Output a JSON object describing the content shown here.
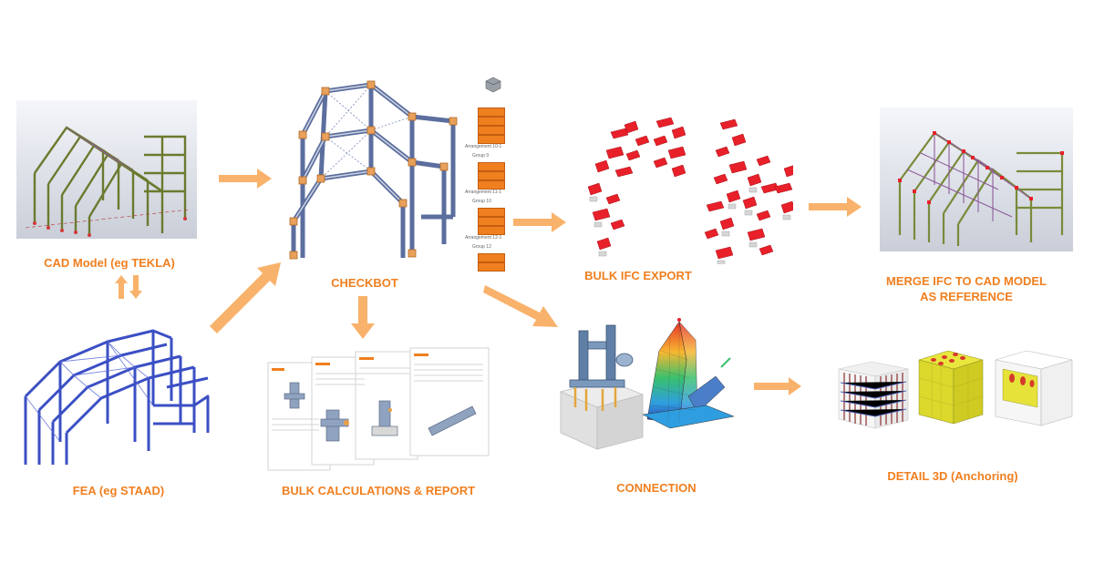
{
  "colors": {
    "accent": "#f07f1f",
    "arrow": "#f9b26b",
    "steel_blue": "#4a5fb8",
    "cad_green": "#7a8a3a",
    "ifc_red": "#e8202a"
  },
  "nodes": {
    "cad_model": "CAD Model (eg TEKLA)",
    "fea": "FEA (eg STAAD)",
    "checkbot": "CHECKBOT",
    "bulk_calc": "BULK CALCULATIONS & REPORT",
    "bulk_ifc": "BULK IFC EXPORT",
    "merge_line1": "MERGE IFC TO CAD MODEL",
    "merge_line2": "AS REFERENCE",
    "connection": "CONNECTION",
    "detail3d": "DETAIL 3D (Anchoring)"
  },
  "checkbot_tree": {
    "groups": [
      "Arrangement 10-1",
      "Group 9",
      "Arrangement 11-1",
      "Group 10",
      "Arrangement 12-1",
      "Group 12"
    ]
  },
  "icons": [
    "bidirectional-arrow-icon",
    "flow-arrow-icon",
    "steel-frame-icon",
    "connection-model-icon",
    "anchor-block-icon"
  ]
}
